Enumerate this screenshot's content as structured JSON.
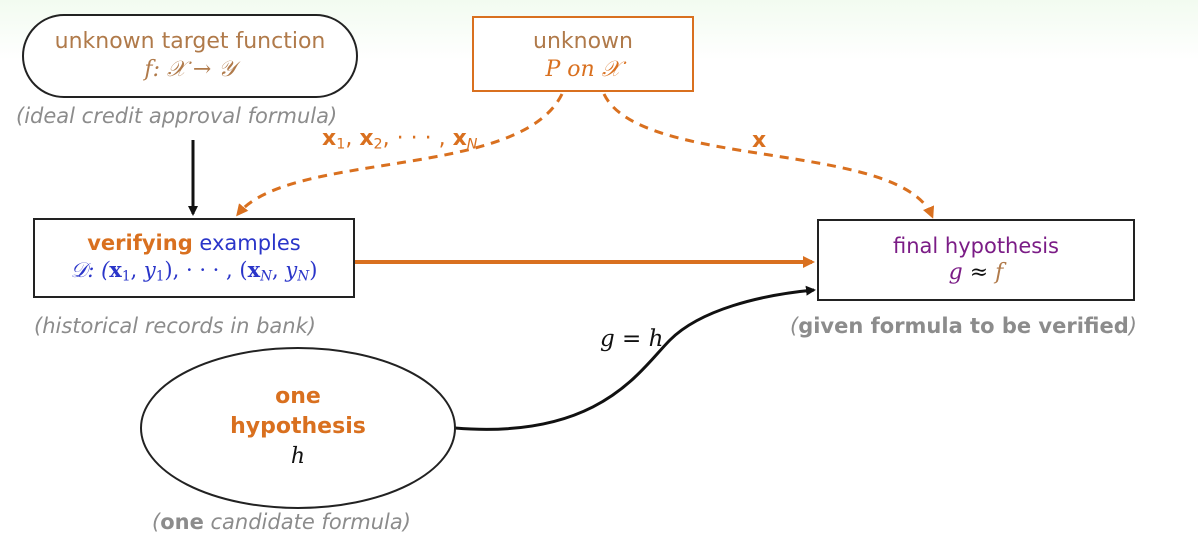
{
  "target": {
    "title": "unknown target function",
    "formula": "f: 𝒳 → 𝒴",
    "caption": "(ideal credit approval formula)"
  },
  "distribution": {
    "title": "unknown",
    "formula": "P on 𝒳"
  },
  "samples_label": {
    "x1": "x",
    "x1_sub": "1",
    "x2": "x",
    "x2_sub": "2",
    "dots": ", · · · ,",
    "xN": "x",
    "xN_sub": "N",
    "comma": ","
  },
  "x_label": "x",
  "verifying": {
    "word1": "verifying",
    "word2": "examples",
    "formula_prefix": "𝒟: (",
    "x1": "x",
    "x1_sub": "1",
    "comma1": ", ",
    "y1": "y",
    "y1_sub": "1",
    "middle": "), · · · , (",
    "xN": "x",
    "xN_sub": "N",
    "comma2": ", ",
    "yN": "y",
    "yN_sub": "N",
    "close": ")",
    "caption": "(historical records in bank)"
  },
  "final": {
    "title": "final hypothesis",
    "g": "g",
    "approx": " ≈ ",
    "f": "f",
    "caption_open": "(",
    "caption_bold": "given formula to be verified",
    "caption_close": ")"
  },
  "hypothesis": {
    "word1": "one",
    "word2": "hypothesis",
    "symbol": "h",
    "caption_open": "(",
    "caption_bold": "one",
    "caption_rest": " candidate formula)"
  },
  "edge_label": "g = h",
  "colors": {
    "orange": "#d9701f",
    "blue": "#2a35c9",
    "purple": "#7b1c86",
    "brown": "#b07a4a",
    "gray": "#8c8c8c"
  }
}
